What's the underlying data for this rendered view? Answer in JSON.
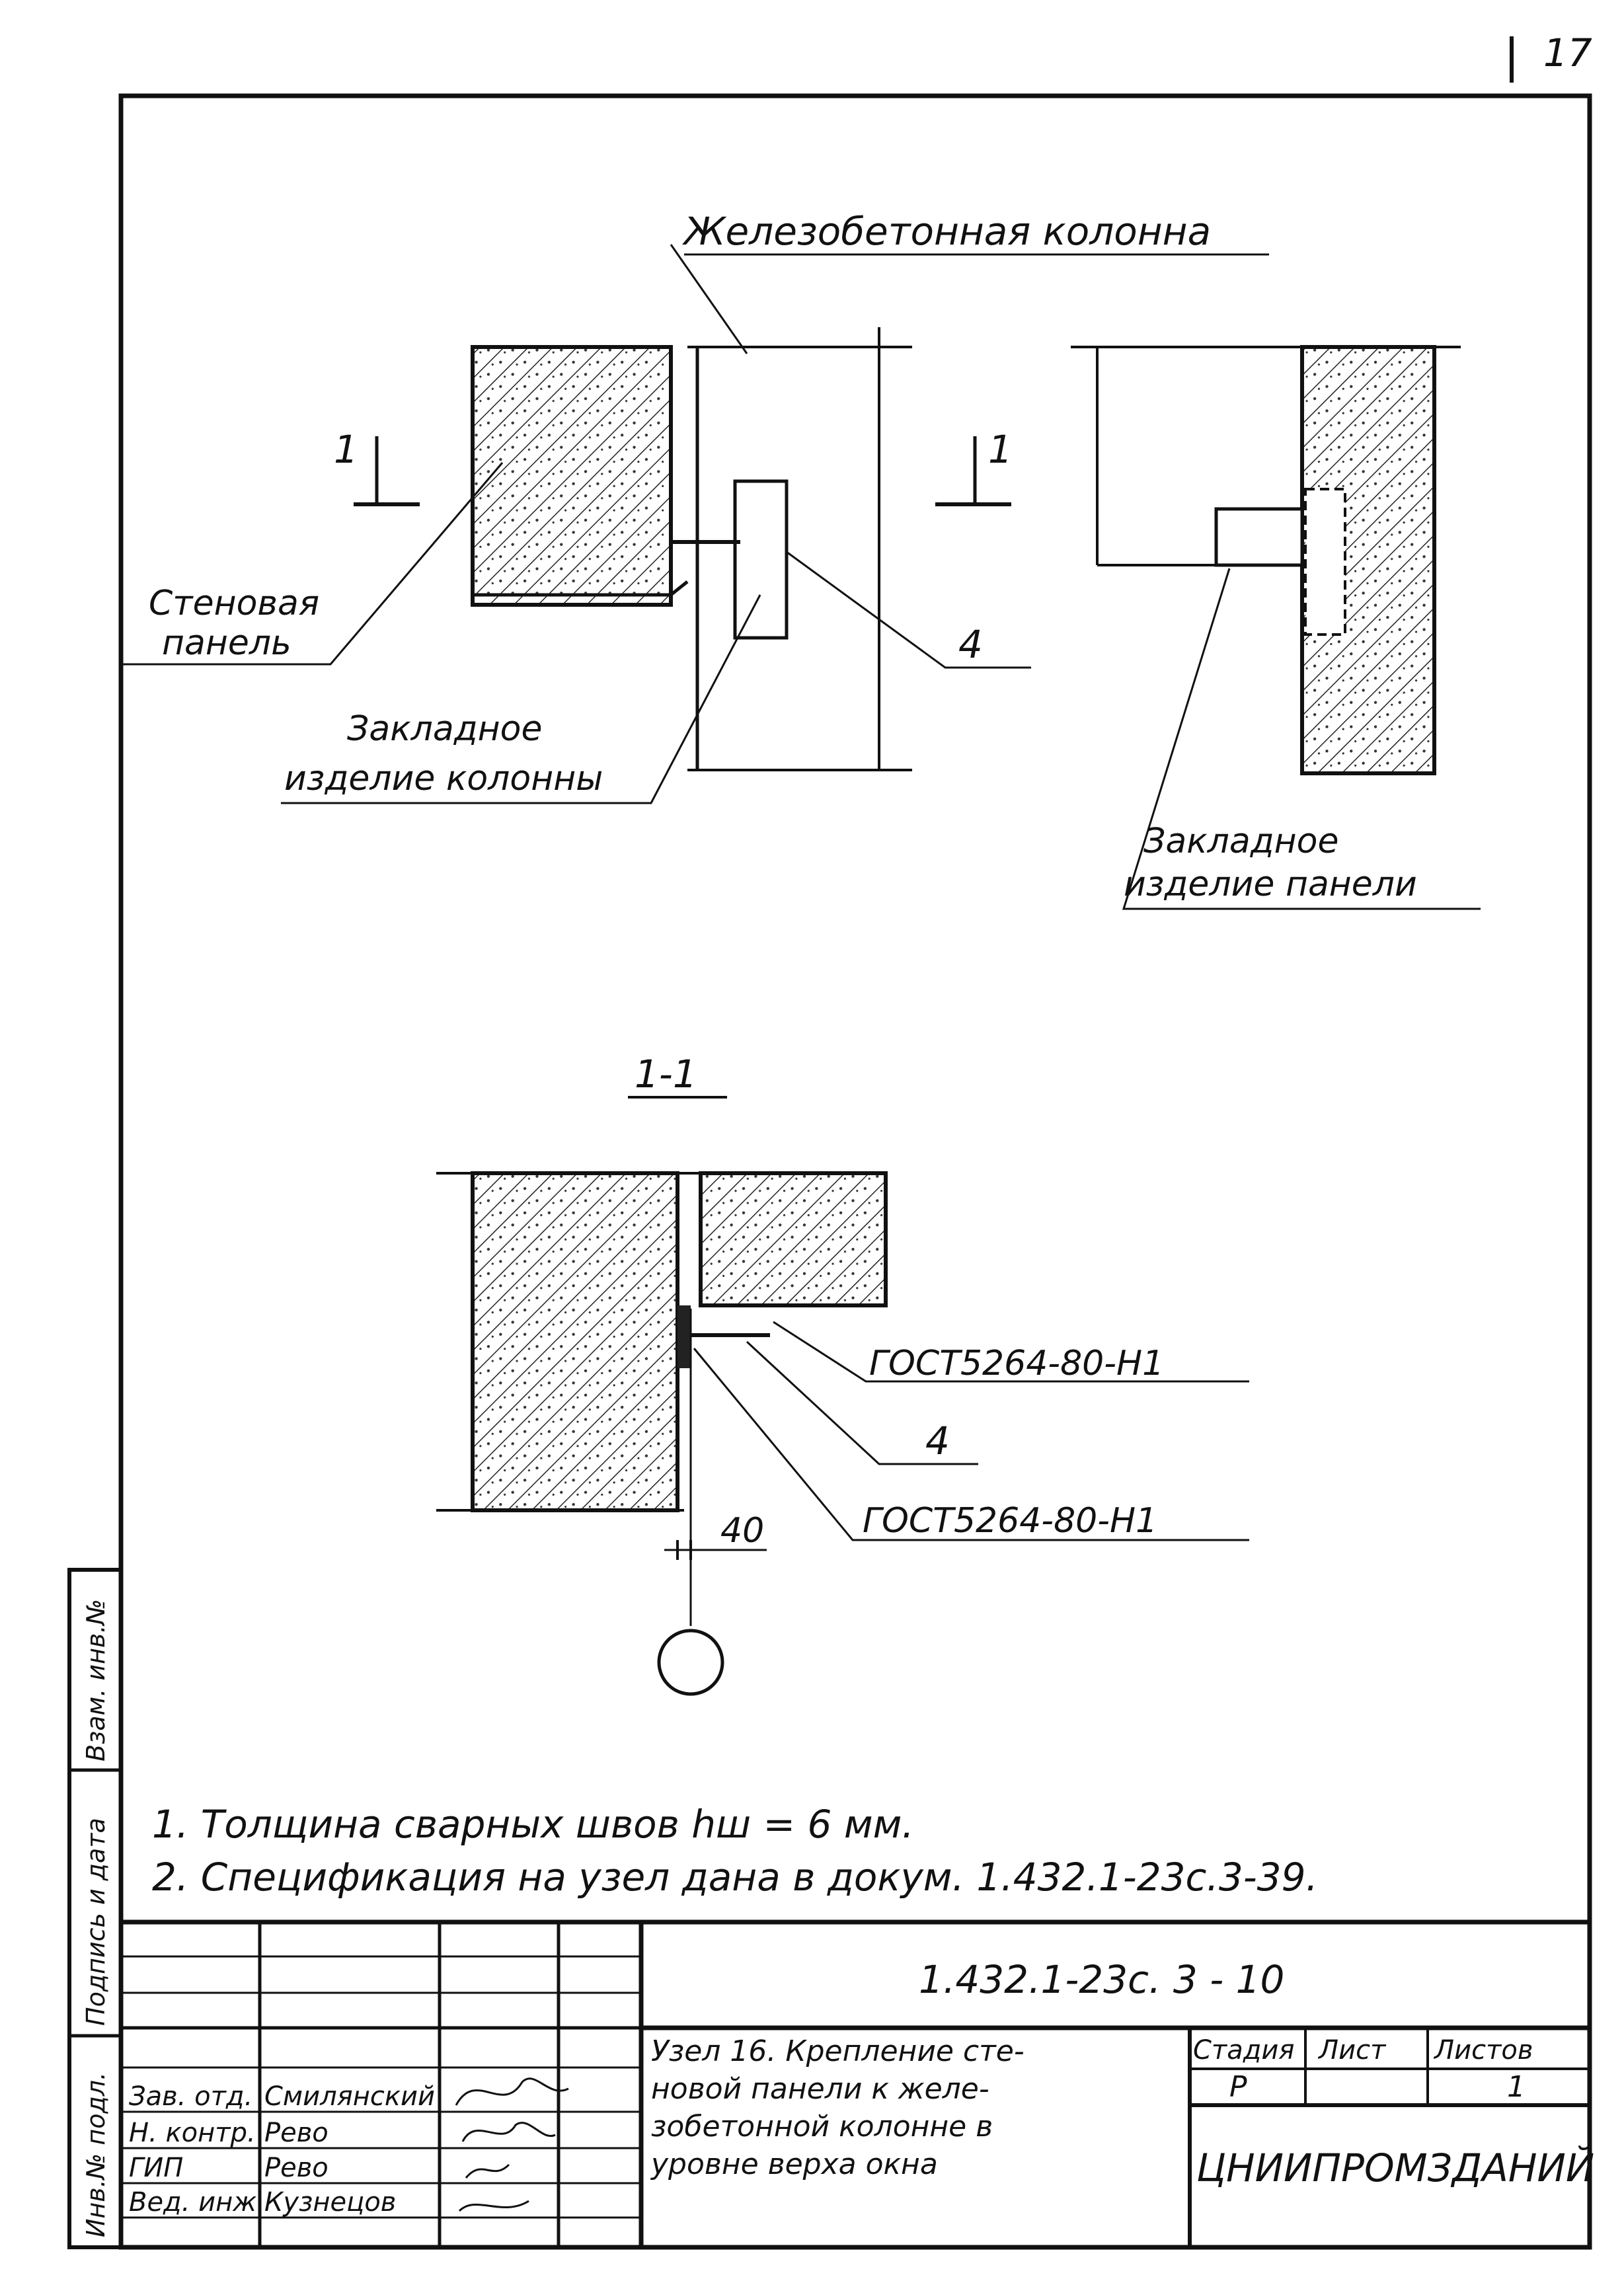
{
  "page": {
    "sheet_number": "17"
  },
  "top_drawing": {
    "column_label": "Железобетонная колонна",
    "wall_panel_label": [
      "Стеновая",
      "панель"
    ],
    "column_embed_label": [
      "Закладное",
      "изделие колонны"
    ],
    "panel_embed_label": [
      "Закладное",
      "изделие панели"
    ],
    "section_mark": "1",
    "item_ref": "4"
  },
  "section_drawing": {
    "title": "1-1",
    "weld_ref_upper": "ГОСТ5264-80-Н1",
    "weld_ref_lower": "ГОСТ5264-80-Н1",
    "item_ref": "4",
    "dimension": "40"
  },
  "notes": [
    "1. Толщина сварных швов hш = 6 мм.",
    "2. Спецификация на узел дана в докум. 1.432.1-23с.3-39."
  ],
  "side_strip": [
    "Инв.№ подл.",
    "Подпись и дата",
    "Взам. инв.№"
  ],
  "title_block": {
    "doc_code": "1.432.1-23с. 3 - 10",
    "description": [
      "Узел 16. Крепление сте-",
      "новой панели к желе-",
      "зобетонной колонне в",
      "уровне верха окна"
    ],
    "stage_header": "Стадия",
    "sheet_header": "Лист",
    "sheets_header": "Листов",
    "stage_value": "Р",
    "sheets_value": "1",
    "organization": "ЦНИИПРОМЗДАНИЙ",
    "signatures": [
      {
        "role": "Зав. отд.",
        "name": "Смилянский"
      },
      {
        "role": "Н. контр.",
        "name": "Рево"
      },
      {
        "role": "ГИП",
        "name": "Рево"
      },
      {
        "role": "Вед. инж.",
        "name": "Кузнецов"
      }
    ]
  }
}
